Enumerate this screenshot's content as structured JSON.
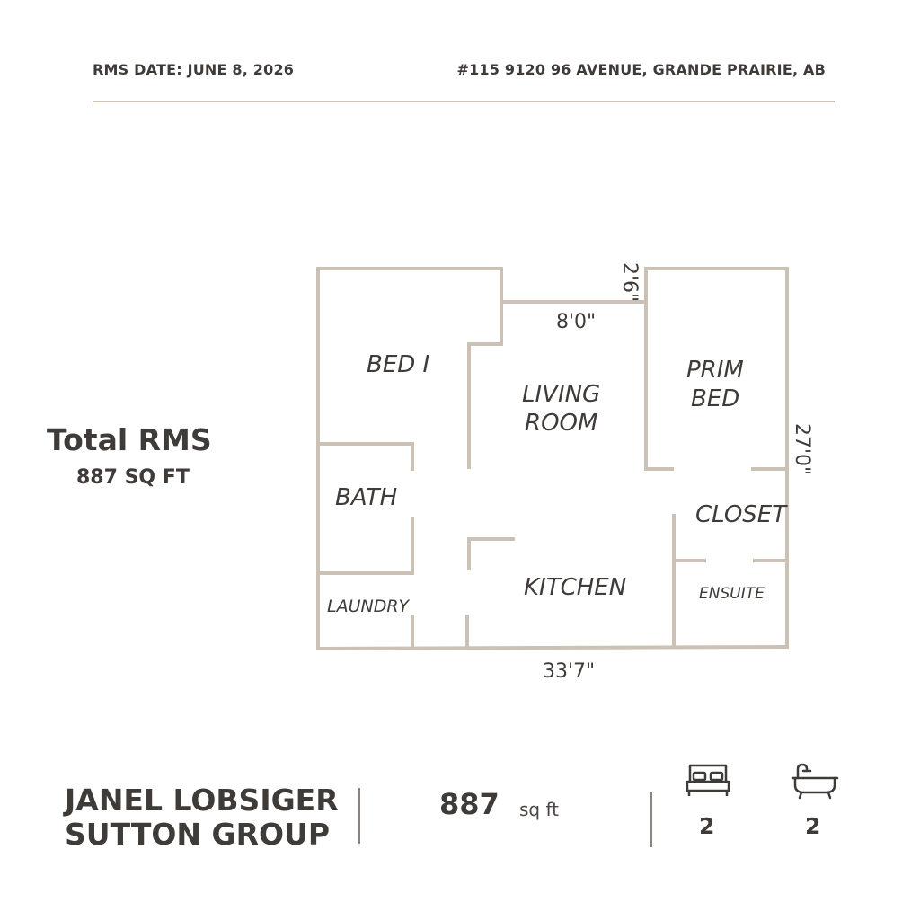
{
  "header": {
    "date": "RMS DATE: JUNE 8, 2026",
    "address": "#115 9120 96 AVENUE, GRANDE PRAIRIE, AB"
  },
  "summary": {
    "title": "Total RMS",
    "area": "887 SQ FT"
  },
  "floor_plan": {
    "rooms": {
      "bed1": "BED I",
      "living_line1": "LIVING",
      "living_line2": "ROOM",
      "prim_line1": "PRIM",
      "prim_line2": "BED",
      "bath": "BATH",
      "closet": "CLOSET",
      "laundry": "LAUNDRY",
      "kitchen": "KITCHEN",
      "ensuite": "ENSUITE"
    },
    "dimensions": {
      "top_small": "2'6\"",
      "top_middle": "8'0\"",
      "right": "27'0\"",
      "bottom": "33'7\""
    }
  },
  "footer": {
    "agent_name": "JANEL LOBSIGER",
    "brokerage": "SUTTON GROUP",
    "sqft_value": "887",
    "sqft_unit": "sq ft",
    "bedrooms": "2",
    "bathrooms": "2"
  },
  "colors": {
    "wall": "#cbc1b4",
    "text": "#3f3b38"
  },
  "icons": [
    "bed-icon",
    "bathtub-icon"
  ]
}
